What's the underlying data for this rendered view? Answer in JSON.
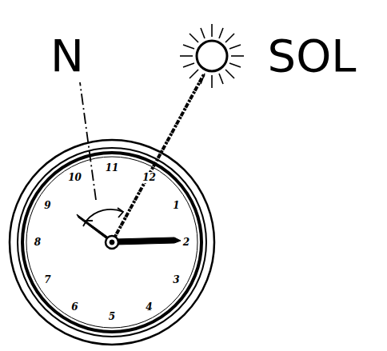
{
  "diagram": {
    "labels": [
      "N",
      "SOL",
      "10",
      "11",
      "12",
      "1",
      "2",
      "3",
      "4",
      "5",
      "6",
      "7",
      "8",
      "9"
    ]
  }
}
